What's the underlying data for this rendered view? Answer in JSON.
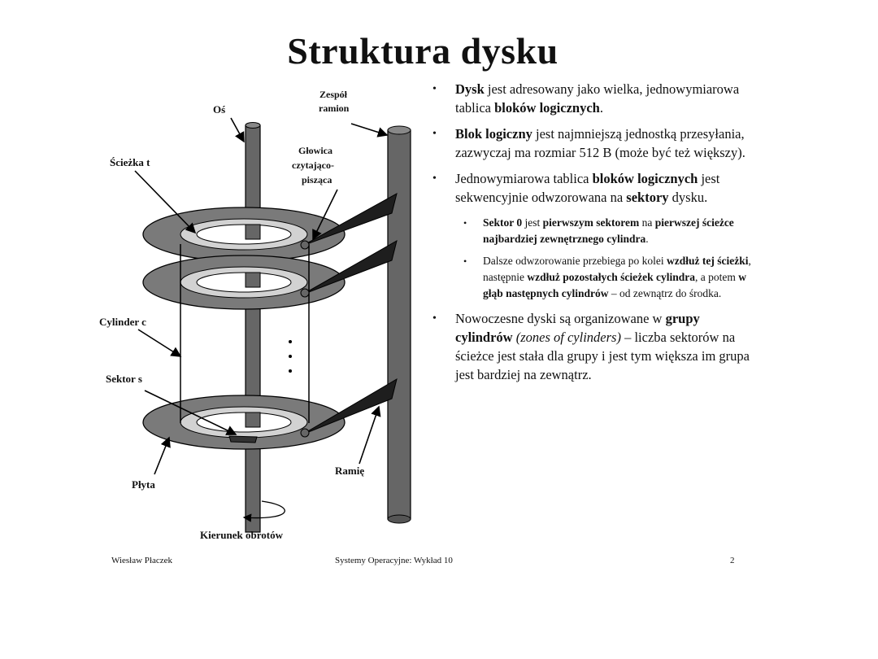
{
  "slide": {
    "title": "Struktura dysku"
  },
  "diagram": {
    "labels": {
      "axis": "Oś",
      "arm_assembly_1": "Zespół",
      "arm_assembly_2": "ramion",
      "head_1": "Głowica",
      "head_2": "czytająco-",
      "head_3": "pisząca",
      "track": "Ścieżka t",
      "cylinder": "Cylinder c",
      "sector": "Sektor s",
      "platter": "Płyta",
      "arm": "Ramię",
      "rotation": "Kierunek obrotów"
    }
  },
  "bullets": {
    "b1": {
      "t1": "Dysk",
      "t2": " jest adresowany jako wielka, jednowymiarowa tablica ",
      "t3": "bloków logicznych",
      "t4": "."
    },
    "b2": {
      "t1": "Blok logiczny",
      "t2": " jest najmniejszą jednostką przesyłania, zazwyczaj ma rozmiar 512 B (może być też większy)."
    },
    "b3": {
      "t1": "Jednowymiarowa tablica ",
      "t2": "bloków logicznych",
      "t3": " jest sekwencyjnie odwzorowana na ",
      "t4": "sektory",
      "t5": " dysku."
    },
    "s1": {
      "t1": "Sektor 0",
      "t2": " jest ",
      "t3": "pierwszym sektorem",
      "t4": " na ",
      "t5": "pierwszej ścieżce najbardziej zewnętrznego cylindra",
      "t6": "."
    },
    "s2": {
      "t1": "Dalsze odwzorowanie przebiega po kolei ",
      "t2": "wzdłuż tej ścieżki",
      "t3": ", następnie ",
      "t4": "wzdłuż pozostałych ścieżek cylindra",
      "t5": ", a potem ",
      "t6": "w głąb następnych cylindrów",
      "t7": " – od zewnątrz do środka."
    },
    "b4": {
      "t1": "Nowoczesne dyski są organizowane w ",
      "t2": "grupy cylindrów",
      "t3": " ",
      "t4": "(zones of cylinders)",
      "t5": " – liczba sektorów na ścieżce jest stała dla grupy i jest tym większa im grupa jest bardziej na zewnątrz."
    }
  },
  "footer": {
    "author": "Wiesław Płaczek",
    "course": "Systemy Operacyjne: Wykład 10",
    "page": "2"
  }
}
